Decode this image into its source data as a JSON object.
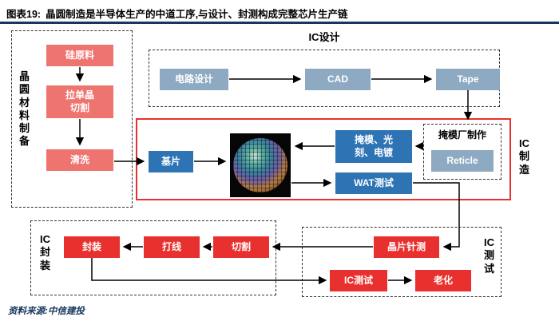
{
  "header": {
    "label": "图表19:",
    "title": "晶圆制造是半导体生产的中道工序,与设计、封测构成完整芯片生产链"
  },
  "source": "资料来源:中信建投",
  "colors": {
    "navy": "#17365d",
    "salmon": "#ee7470",
    "steel_blue": "#8ea9c2",
    "blue": "#2e74b5",
    "red": "#e8312f"
  },
  "sections": {
    "wafer_prep": {
      "label": "晶圆材料制备",
      "steps": [
        "硅原料",
        "拉单晶\n切割",
        "清洗"
      ]
    },
    "ic_design": {
      "label": "IC设计",
      "steps": [
        "电路设计",
        "CAD",
        "Tape"
      ]
    },
    "ic_mfg": {
      "label": "IC制造",
      "substrate": "基片",
      "litho": "掩模、光\n刻、电镀",
      "wat_test": "WAT测试",
      "mask_shop_label": "掩模厂制作",
      "reticle": "Reticle"
    },
    "ic_pkg": {
      "label": "IC封装",
      "steps": [
        "封装",
        "打线",
        "切割"
      ]
    },
    "ic_test": {
      "label": "IC测试",
      "probe": "晶片针测",
      "final_test": "IC测试",
      "burn_in": "老化"
    }
  }
}
